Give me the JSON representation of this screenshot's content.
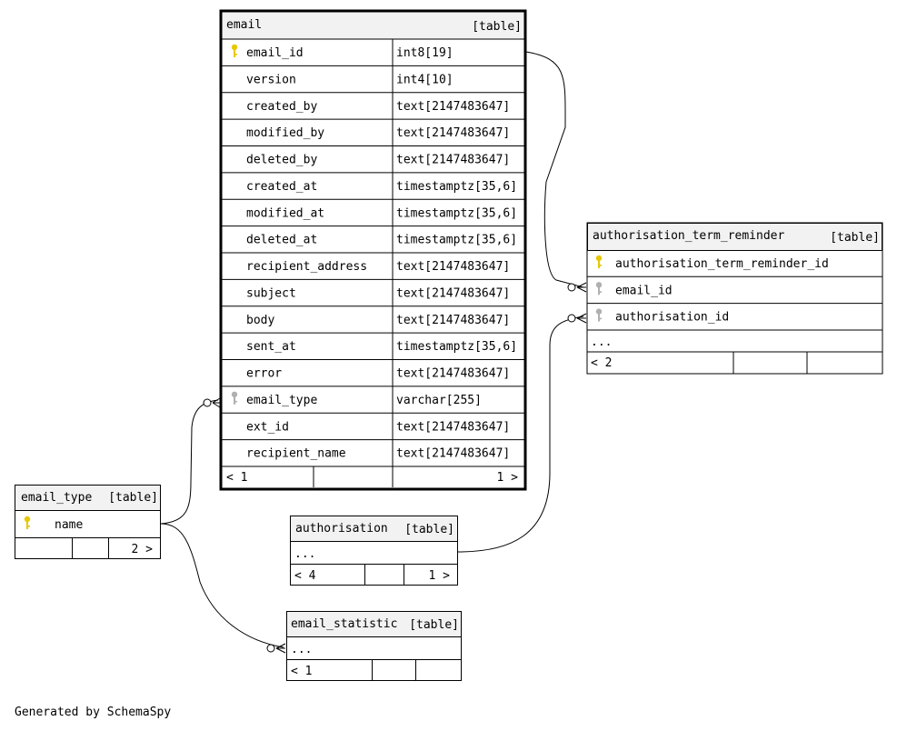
{
  "footer": "Generated by SchemaSpy",
  "colors": {
    "header_bg": "#f2f2f2",
    "border": "#000000",
    "pk_icon": "#e6c800",
    "fk_icon": "#b0b0b0"
  },
  "tables": {
    "email": {
      "name": "email",
      "kind": "[table]",
      "columns": [
        {
          "name": "email_id",
          "type": "int8[19]",
          "key": "pk"
        },
        {
          "name": "version",
          "type": "int4[10]",
          "key": ""
        },
        {
          "name": "created_by",
          "type": "text[2147483647]",
          "key": ""
        },
        {
          "name": "modified_by",
          "type": "text[2147483647]",
          "key": ""
        },
        {
          "name": "deleted_by",
          "type": "text[2147483647]",
          "key": ""
        },
        {
          "name": "created_at",
          "type": "timestamptz[35,6]",
          "key": ""
        },
        {
          "name": "modified_at",
          "type": "timestamptz[35,6]",
          "key": ""
        },
        {
          "name": "deleted_at",
          "type": "timestamptz[35,6]",
          "key": ""
        },
        {
          "name": "recipient_address",
          "type": "text[2147483647]",
          "key": ""
        },
        {
          "name": "subject",
          "type": "text[2147483647]",
          "key": ""
        },
        {
          "name": "body",
          "type": "text[2147483647]",
          "key": ""
        },
        {
          "name": "sent_at",
          "type": "timestamptz[35,6]",
          "key": ""
        },
        {
          "name": "error",
          "type": "text[2147483647]",
          "key": ""
        },
        {
          "name": "email_type",
          "type": "varchar[255]",
          "key": "fk"
        },
        {
          "name": "ext_id",
          "type": "text[2147483647]",
          "key": ""
        },
        {
          "name": "recipient_name",
          "type": "text[2147483647]",
          "key": ""
        }
      ],
      "footer_left": "< 1",
      "footer_right": "1 >"
    },
    "authorisation_term_reminder": {
      "name": "authorisation_term_reminder",
      "kind": "[table]",
      "columns": [
        {
          "name": "authorisation_term_reminder_id",
          "key": "pk"
        },
        {
          "name": "email_id",
          "key": "fk"
        },
        {
          "name": "authorisation_id",
          "key": "fk"
        }
      ],
      "ellipsis": "...",
      "footer_left": "< 2"
    },
    "email_type": {
      "name": "email_type",
      "kind": "[table]",
      "columns": [
        {
          "name": "name",
          "key": "pk"
        }
      ],
      "footer_right": "2 >"
    },
    "authorisation": {
      "name": "authorisation",
      "kind": "[table]",
      "ellipsis": "...",
      "footer_left": "< 4",
      "footer_right": "1 >"
    },
    "email_statistic": {
      "name": "email_statistic",
      "kind": "[table]",
      "ellipsis": "...",
      "footer_left": "< 1"
    }
  }
}
